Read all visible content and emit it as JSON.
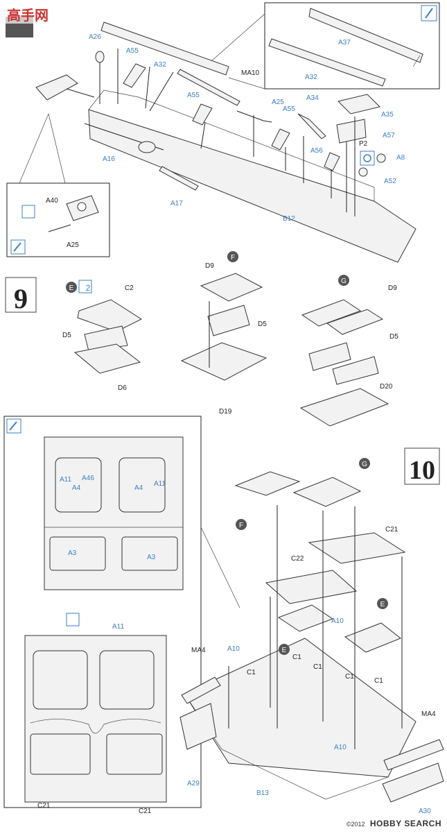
{
  "watermark": {
    "text": "高手网"
  },
  "steps": {
    "s9": "9",
    "s10": "10"
  },
  "footer": {
    "text": "HOBBY SEARCH",
    "copy": "©2012"
  },
  "markers": {
    "F": "F",
    "G": "G",
    "E": "E",
    "x2": "2"
  },
  "labels": {
    "A26": "A26",
    "A32": "A32",
    "A55": "A55",
    "MA10": "MA10",
    "A37": "A37",
    "A25": "A25",
    "A34": "A34",
    "A35": "A35",
    "A57": "A57",
    "P2": "P2",
    "A56": "A56",
    "A8": "A8",
    "A52": "A52",
    "A16": "A16",
    "A17": "A17",
    "B12": "B12",
    "A40": "A40",
    "C2": "C2",
    "D5": "D5",
    "D6": "D6",
    "D9": "D9",
    "D19": "D19",
    "D20": "D20",
    "A11": "A11",
    "A46": "A46",
    "A4": "A4",
    "A3": "A3",
    "C21": "C21",
    "C22": "C22",
    "A10": "A10",
    "C1": "C1",
    "MA4": "MA4",
    "A29": "A29",
    "B13": "B13",
    "A30": "A30"
  },
  "colors": {
    "accent": "#3a7fc4",
    "line": "#222222",
    "fill": "#f2f2f2"
  }
}
